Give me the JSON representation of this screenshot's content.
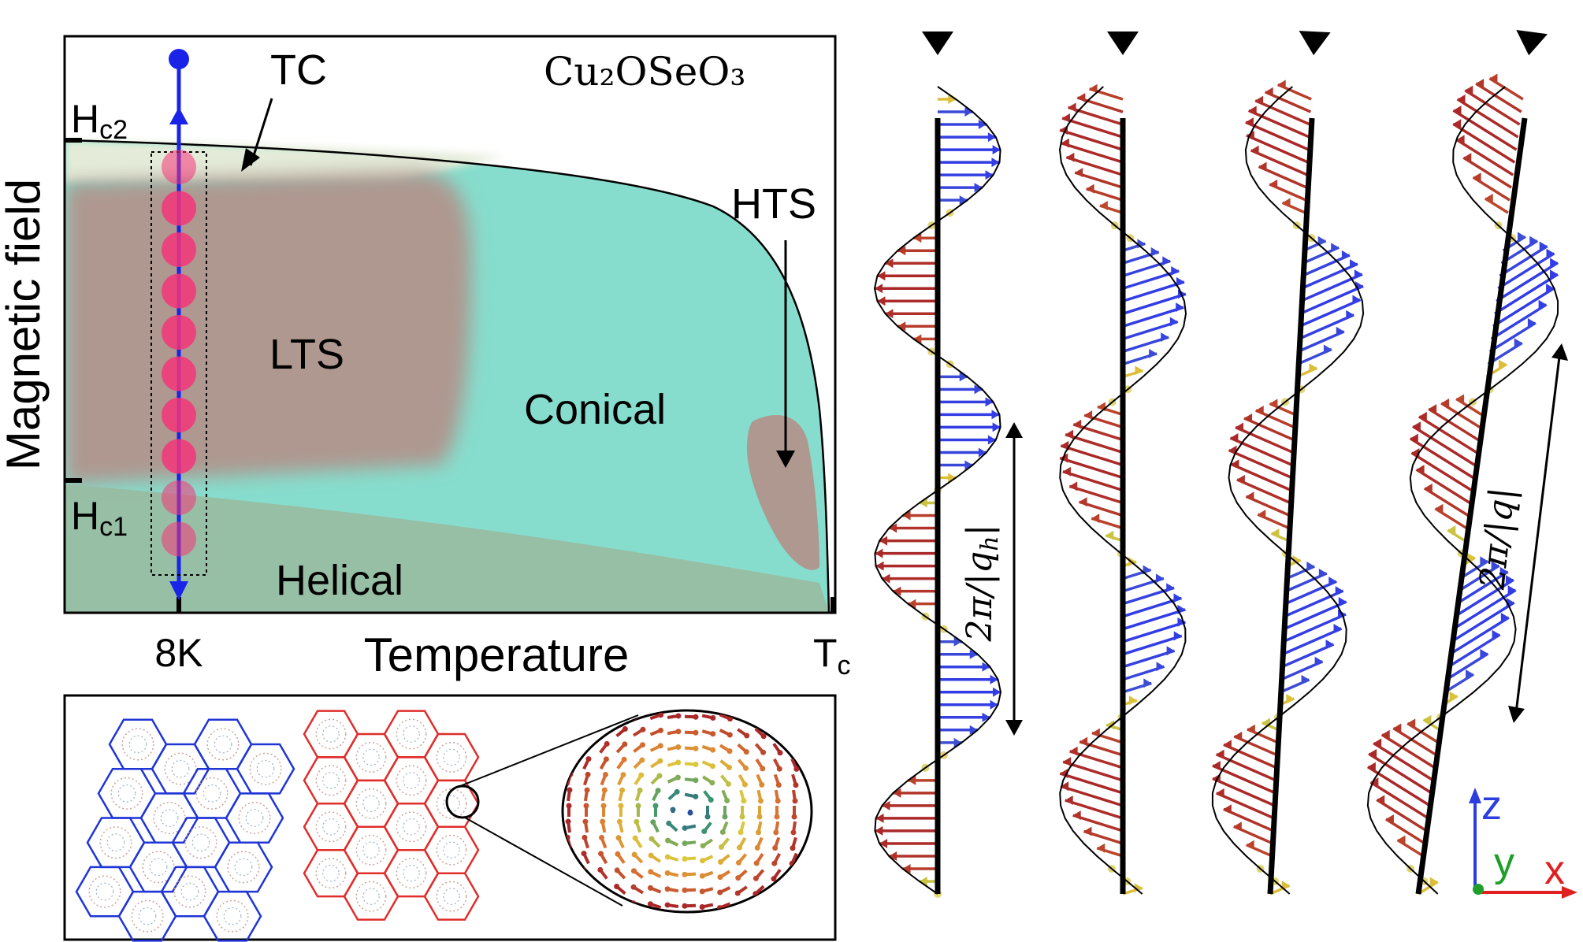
{
  "phase_diagram": {
    "title": "Cu₂OSeO₃",
    "y_axis_label": "Magnetic field",
    "x_axis_label": "Temperature",
    "tick_hc2": "H",
    "tick_hc2_sub": "c2",
    "tick_hc1": "H",
    "tick_hc1_sub": "c1",
    "tick_8k": "8K",
    "tick_tc": "T",
    "tick_tc_sub": "c",
    "region_tc": "TC",
    "region_lts": "LTS",
    "region_conical": "Conical",
    "region_hts": "HTS",
    "region_helical": "Helical",
    "colors": {
      "conical": "#86ddcd",
      "lts": "#ae9890",
      "helical": "#98bda2",
      "tc_band": "#e4ecd9",
      "scan_path": "#1a24e8",
      "scan_points": "#f5357a"
    }
  },
  "lattice_panel": {
    "blue_lattice_color": "#1f35d6",
    "red_lattice_color": "#df2e2b"
  },
  "helix_panel": {
    "label_qh": "2π/|q",
    "label_qh_sub": "h",
    "label_qh_end": "|",
    "label_q": "2π/|q|",
    "axis_x": "x",
    "axis_y": "y",
    "axis_z": "z",
    "axis_colors": {
      "x": "#e02020",
      "y": "#1f9e2a",
      "z": "#2c3ee0"
    }
  }
}
